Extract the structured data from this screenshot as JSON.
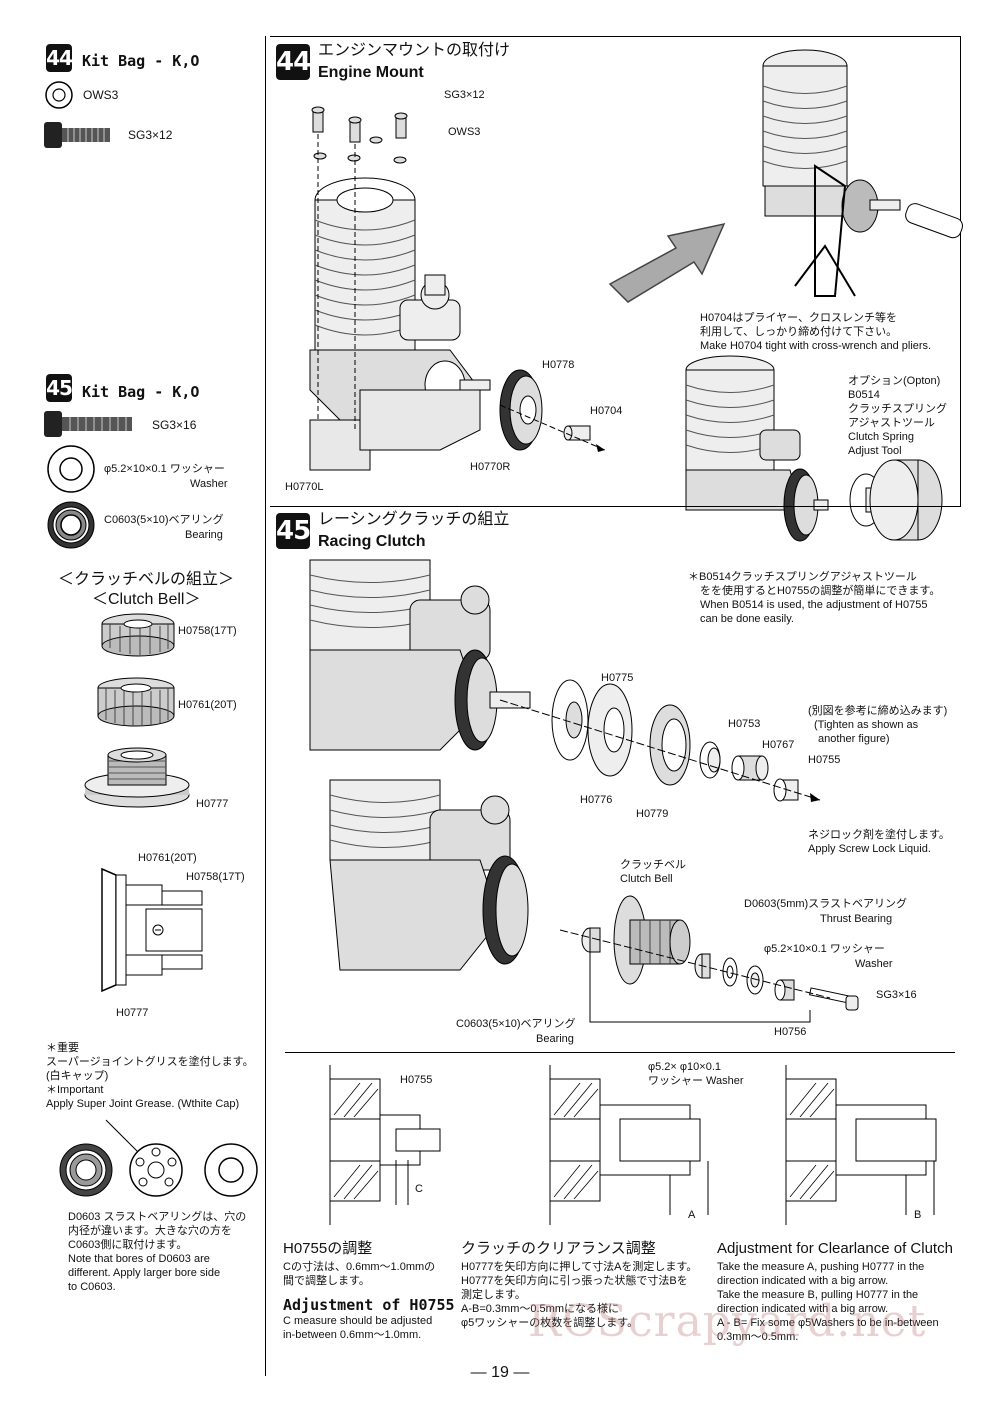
{
  "left": {
    "step44": {
      "num": "44",
      "kit": "Kit Bag - K,O",
      "parts": [
        {
          "label": "OWS3"
        },
        {
          "label": "SG3×12"
        }
      ]
    },
    "step45": {
      "num": "45",
      "kit": "Kit Bag - K,O",
      "parts": [
        {
          "label": "SG3×16"
        },
        {
          "label": "φ5.2×10×0.1 ワッシャー",
          "sub": "Washer"
        },
        {
          "label": "C0603(5×10)ベアリング",
          "sub": "Bearing"
        }
      ]
    },
    "clutchbell": {
      "jp": "＜クラッチベルの組立＞",
      "en": "＜Clutch Bell＞",
      "parts": [
        "H0758(17T)",
        "H0761(20T)",
        "H0777"
      ],
      "section": [
        "H0761(20T)",
        "H0758(17T)",
        "H0777"
      ]
    },
    "important": [
      "＊重要",
      "スーパージョイントグリスを塗付します。",
      "(白キャップ)",
      "＊Important",
      "Apply Super Joint Grease. (Wthite Cap)"
    ],
    "d0603": [
      "D0603 スラストベアリングは、穴の",
      "内径が違います。大きな穴の方を",
      "C0603側に取付けます。",
      "Note that bores of D0603 are",
      "different. Apply larger bore side",
      "to C0603."
    ]
  },
  "engine_mount": {
    "num": "44",
    "jp": "エンジンマウントの取付け",
    "en": "Engine Mount",
    "labels": {
      "sg": "SG3×12",
      "ows": "OWS3",
      "flywheel": "H0778",
      "nut": "H0704",
      "mount_r": "H0770R",
      "mount_l": "H0770L"
    },
    "note": [
      "H0704はプライヤー、クロスレンチ等を",
      "利用して、しっかり締め付けて下さい。",
      "Make H0704 tight with cross-wrench and pliers."
    ],
    "option": [
      "オプション(Opton)",
      "B0514",
      "クラッチスプリング",
      "アジャストツール",
      "Clutch Spring",
      "Adjust Tool"
    ],
    "option_note": [
      "＊B0514クラッチスプリングアジャストツール",
      "をを使用するとH0755の調整が簡単にできます。",
      "When B0514 is used, the adjustment of H0755",
      "can be done easily."
    ]
  },
  "racing_clutch": {
    "num": "45",
    "jp": "レーシングクラッチの組立",
    "en": "Racing Clutch",
    "labels": {
      "shoe": "H0775",
      "h0753": "H0753",
      "h0767": "H0767",
      "h0755": "H0755",
      "h0776": "H0776",
      "h0779": "H0779",
      "bell_jp": "クラッチベル",
      "bell_en": "Clutch Bell",
      "thrust_jp": "D0603(5mm)スラストベアリング",
      "thrust_en": "Thrust Bearing",
      "washer_jp": "φ5.2×10×0.1 ワッシャー",
      "washer_en": "Washer",
      "screw": "SG3×16",
      "h0756": "H0756",
      "bearing_jp": "C0603(5×10)ベアリング",
      "bearing_en": "Bearing"
    },
    "tighten": [
      "(別図を参考に締め込みます)",
      "(Tighten as shown as",
      "another figure)"
    ],
    "screwlock": [
      "ネジロック剤を塗付します。",
      "Apply Screw Lock Liquid."
    ]
  },
  "adjust": {
    "fig1_label": "H0755",
    "fig1_dim": "C",
    "fig2_label": [
      "φ5.2× φ10×0.1",
      "ワッシャー Washer"
    ],
    "fig2_dim": "A",
    "fig3_dim": "B",
    "h0755": {
      "title_jp": "H0755の調整",
      "text_jp": [
        "Cの寸法は、0.6mm～1.0mmの",
        "間で調整します。"
      ],
      "title_en": "Adjustment of H0755",
      "text_en": [
        "C measure should be adjusted",
        "in-between 0.6mm～1.0mm."
      ]
    },
    "clearance_jp": {
      "title": "クラッチのクリアランス調整",
      "text": [
        "H0777を矢印方向に押して寸法Aを測定します。",
        "H0777を矢印方向に引っ張った状態で寸法Bを",
        "測定します。",
        "A-B=0.3mm～0.5mmになる様に",
        "φ5ワッシャーの枚数を調整します。"
      ]
    },
    "clearance_en": {
      "title": "Adjustment for Clearlance of Clutch",
      "text": [
        "Take the measure A, pushing H0777 in the",
        "direction indicated with a big arrow.",
        "Take the measure B, pulling H0777 in the",
        "direction indicated with a big arrow.",
        "A - B= Fix some φ5Washers to be in-between",
        "0.3mm～0.5mm."
      ]
    }
  },
  "footer": {
    "page": "— 19 —",
    "watermark": "RCScrapyard.net"
  }
}
